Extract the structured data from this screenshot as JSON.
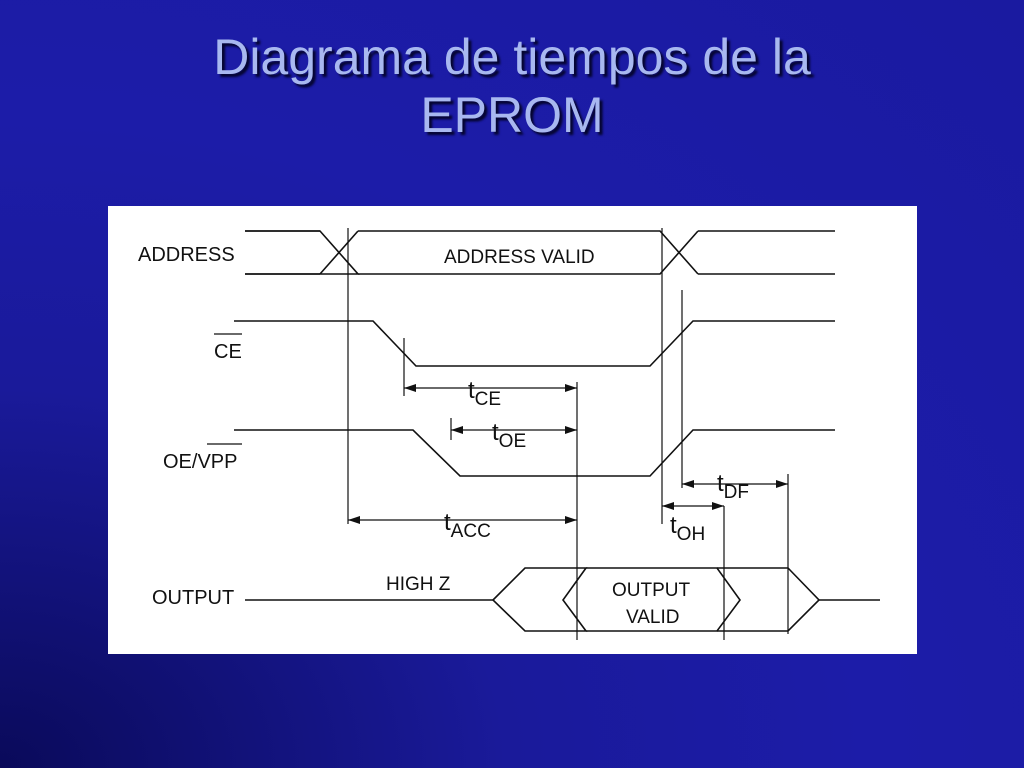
{
  "slide": {
    "title_line1": "Diagrama de tiempos de la",
    "title_line2": "EPROM"
  },
  "colors": {
    "background": "#1c1ca8",
    "title": "#a8b8f0",
    "panel": "#ffffff",
    "ink": "#111111"
  },
  "diagram": {
    "signals": {
      "address": "ADDRESS",
      "ce": "CE",
      "oe_vpp": "OE/VPP",
      "output": "OUTPUT"
    },
    "labels": {
      "address_valid": "ADDRESS VALID",
      "high_z": "HIGH  Z",
      "output_valid_line1": "OUTPUT",
      "output_valid_line2": "VALID"
    },
    "timings": {
      "tce": {
        "t": "t",
        "sub": "CE"
      },
      "toe": {
        "t": "t",
        "sub": "OE"
      },
      "tacc": {
        "t": "t",
        "sub": "ACC"
      },
      "toh": {
        "t": "t",
        "sub": "OH"
      },
      "tdf": {
        "t": "t",
        "sub": "DF"
      }
    }
  }
}
